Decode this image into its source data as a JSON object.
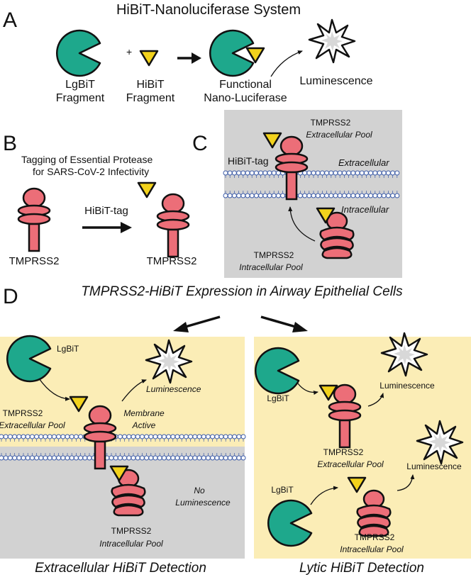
{
  "panel_a": {
    "letter": "A",
    "title": "HiBiT-Nanoluciferase System",
    "plus": "+",
    "lgbit_line1": "LgBiT",
    "lgbit_line2": "Fragment",
    "hibit_line1": "HiBiT",
    "hibit_line2": "Fragment",
    "functional_line1": "Functional",
    "functional_line2": "Nano-Luciferase",
    "luminescence": "Luminescence"
  },
  "panel_b": {
    "letter": "B",
    "title_line1": "Tagging of Essential Protease",
    "title_line2": "for SARS-CoV-2 Infectivity",
    "arrow_label": "HiBiT-tag",
    "left_protein": "TMPRSS2",
    "right_protein": "TMPRSS2"
  },
  "panel_c": {
    "letter": "C",
    "top_label_line1": "TMPRSS2",
    "top_label_line2": "Extracellular Pool",
    "tag_label": "HiBiT-tag",
    "extracellular": "Extracellular",
    "intracellular": "Intracellular",
    "bottom_label_line1": "TMPRSS2",
    "bottom_label_line2": "Intracellular Pool"
  },
  "panel_d": {
    "letter": "D",
    "heading": "TMPRSS2-HiBiT Expression in Airway Epithelial Cells",
    "left": {
      "lgbit": "LgBiT",
      "luminescence": "Luminescence",
      "ext_line1": "TMPRSS2",
      "ext_line2": "Extracellular Pool",
      "membrane_line1": "Membrane",
      "membrane_line2": "Active",
      "no_line1": "No",
      "no_line2": "Luminescence",
      "int_line1": "TMPRSS2",
      "int_line2": "Intracellular Pool",
      "caption": "Extracellular HiBiT Detection"
    },
    "right": {
      "lgbit_top": "LgBiT",
      "lum_top": "Luminescence",
      "ext_line1": "TMPRSS2",
      "ext_line2": "Extracellular Pool",
      "lgbit_bottom": "LgBiT",
      "lum_bottom": "Luminescence",
      "int_line1": "TMPRSS2",
      "int_line2": "Intracellular Pool",
      "caption": "Lytic HiBiT Detection"
    }
  },
  "colors": {
    "lgbit_teal": "#1ea88c",
    "hibit_yellow": "#f2d21c",
    "protein_pink": "#ec6e78",
    "cell_yellow": "#fbedb6",
    "intracellular_gray": "#d2d2d2",
    "membrane_blue": "#3b5ba8"
  }
}
